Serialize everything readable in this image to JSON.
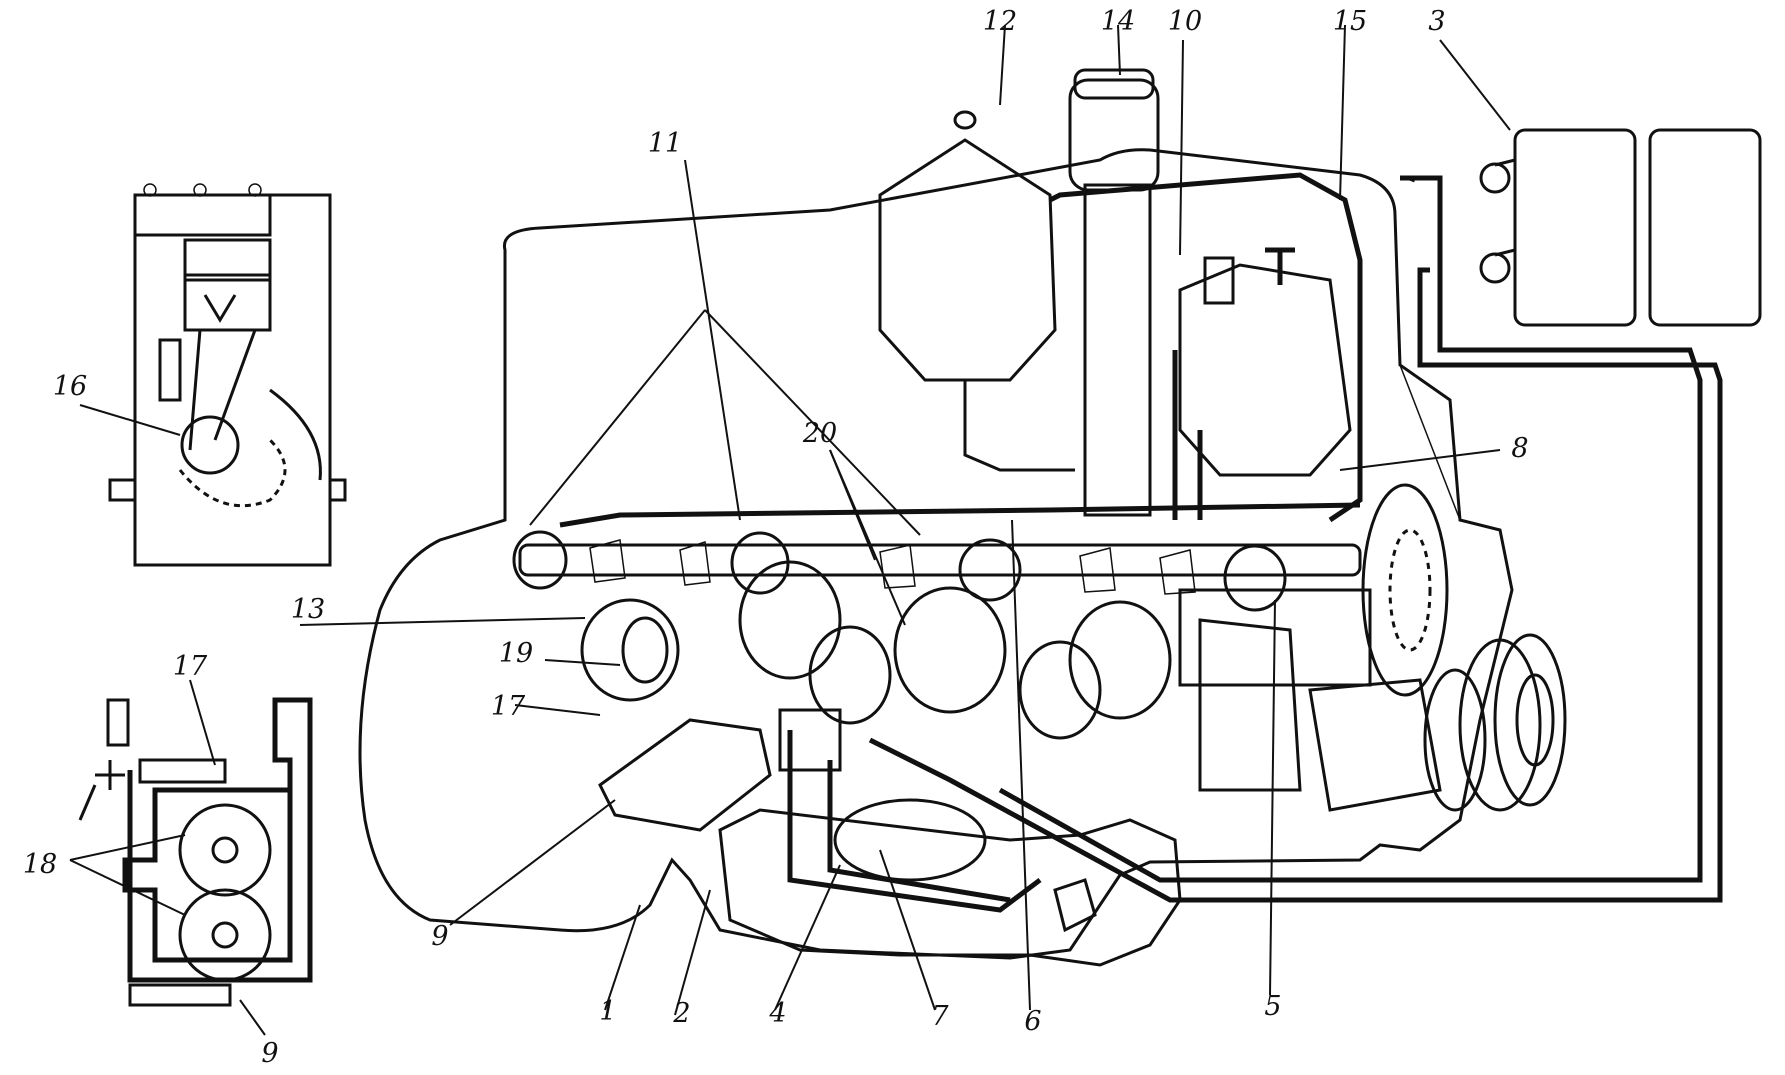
{
  "callouts": [
    "1",
    "2",
    "3",
    "4",
    "5",
    "6",
    "7",
    "8",
    "9",
    "10",
    "11",
    "12",
    "13",
    "14",
    "15",
    "16",
    "17",
    "18",
    "19",
    "20"
  ],
  "colors": {
    "ink": "#111111",
    "shade": "#bdbdbd",
    "dark": "#555555",
    "background": "#ffffff"
  }
}
